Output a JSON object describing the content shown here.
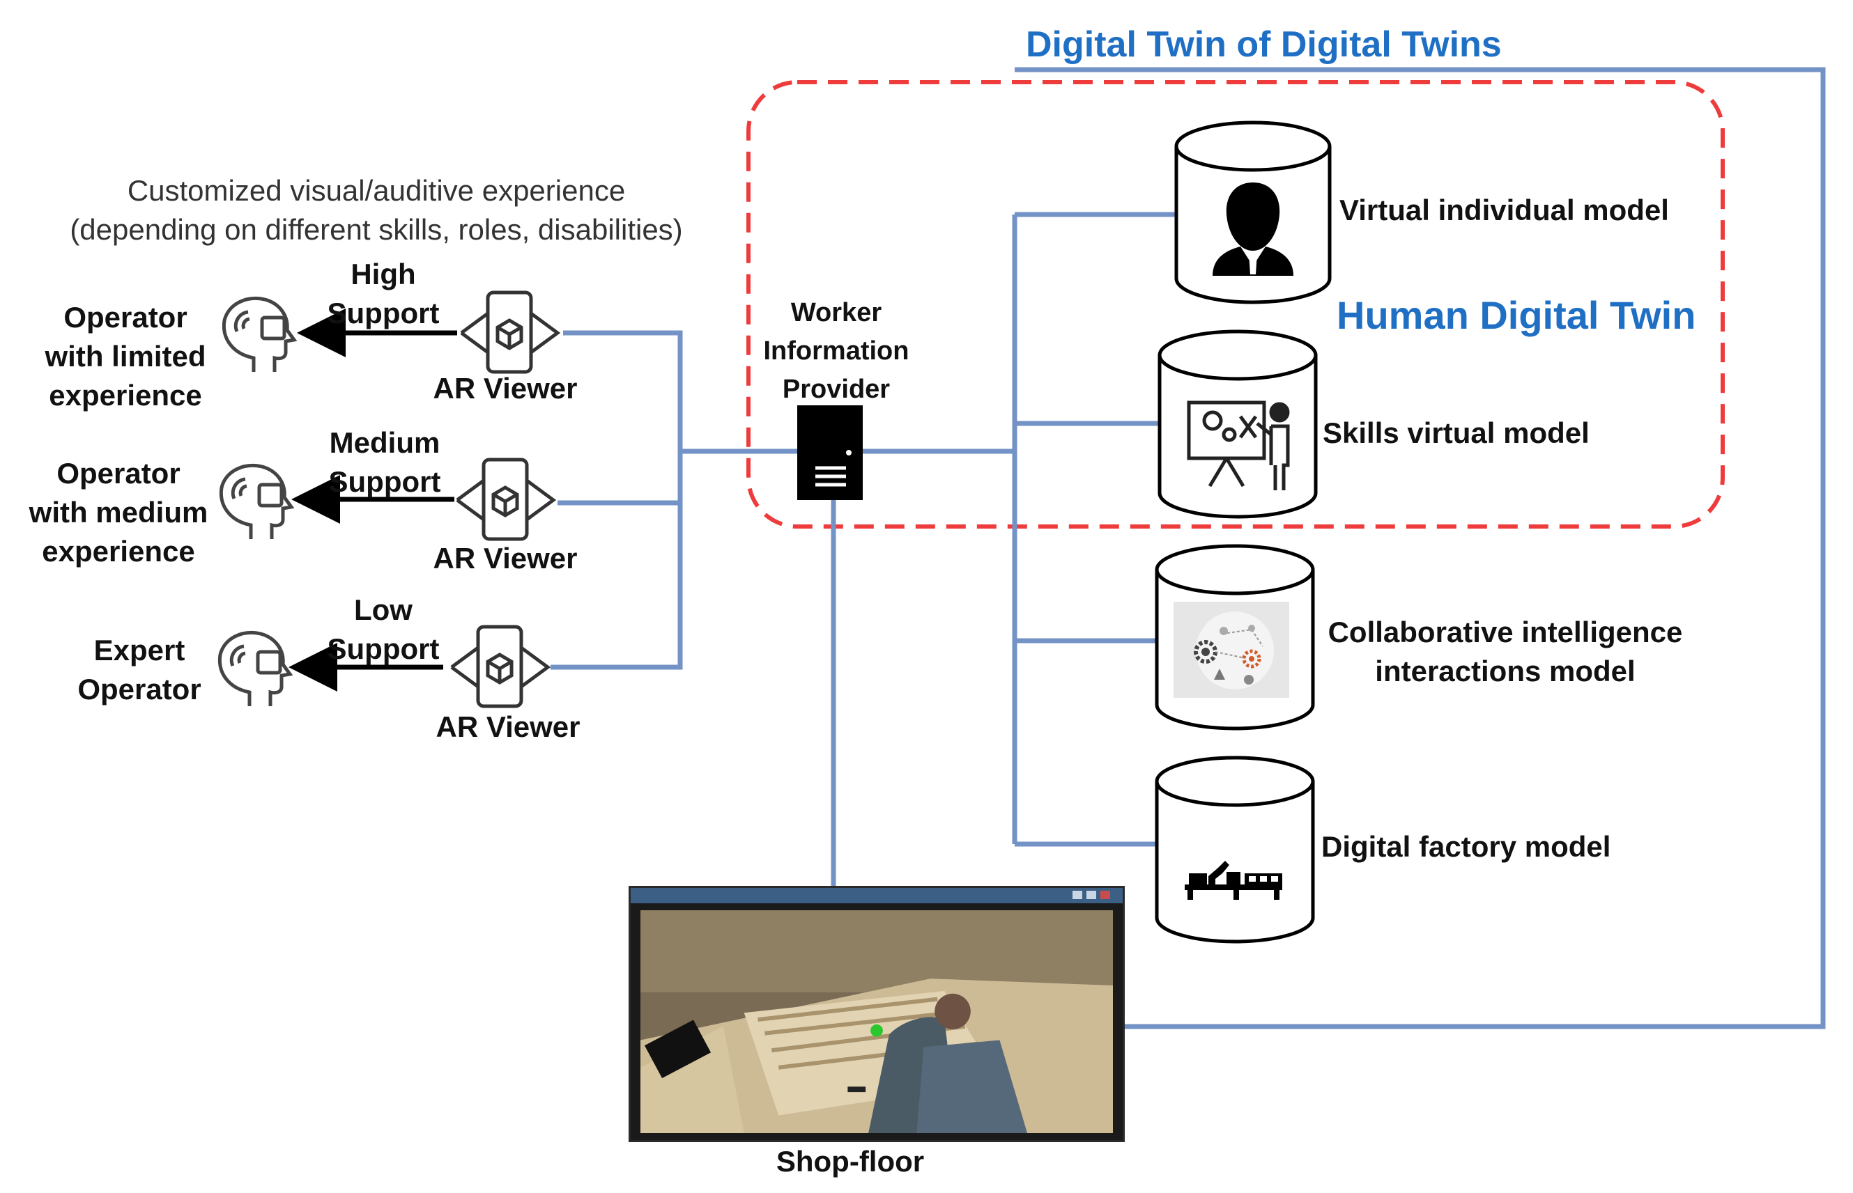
{
  "titles": {
    "dtodt": "Digital Twin of Digital Twins",
    "hdt": "Human Digital Twin"
  },
  "experience_note": {
    "line1": "Customized visual/auditive experience",
    "line2": "(depending on different skills, roles, disabilities)"
  },
  "operators": [
    {
      "lines": [
        "Operator",
        "with limited",
        "experience"
      ],
      "support": [
        "High",
        "Support"
      ],
      "viewer": "AR Viewer"
    },
    {
      "lines": [
        "Operator",
        "with medium",
        "experience"
      ],
      "support": [
        "Medium",
        "Support"
      ],
      "viewer": "AR Viewer"
    },
    {
      "lines": [
        "Expert",
        "Operator"
      ],
      "support": [
        "Low",
        "Support"
      ],
      "viewer": "AR Viewer"
    }
  ],
  "provider": {
    "lines": [
      "Worker",
      "Information",
      "Provider"
    ]
  },
  "models": [
    {
      "label": "Virtual individual model",
      "icon": "person-icon"
    },
    {
      "label": "Skills virtual model",
      "icon": "presentation-icon"
    },
    {
      "label_lines": [
        "Collaborative intelligence",
        "interactions model"
      ],
      "icon": "gears-network-icon"
    },
    {
      "label": "Digital factory model",
      "icon": "factory-robot-icon"
    }
  ],
  "shopfloor": {
    "label": "Shop-floor"
  },
  "colors": {
    "connector": "#7392c6",
    "boundary_dash": "#ee3b3b",
    "title_blue": "#1f6fc4"
  }
}
